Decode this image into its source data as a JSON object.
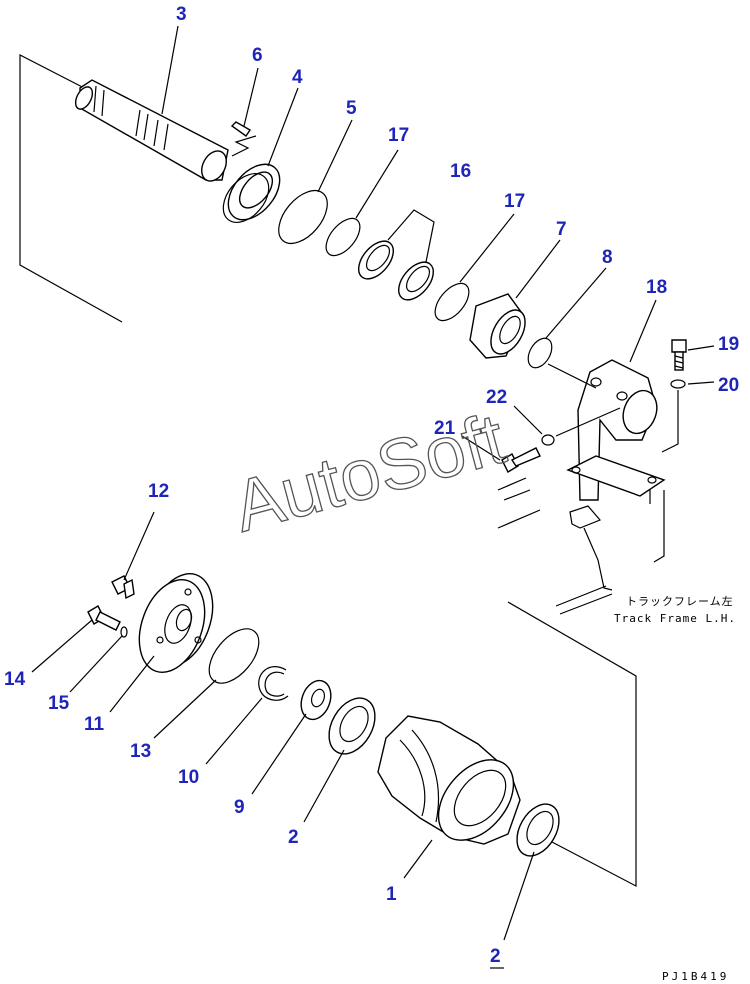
{
  "diagram": {
    "callouts": [
      {
        "id": "3",
        "label": "3"
      },
      {
        "id": "6",
        "label": "6"
      },
      {
        "id": "4",
        "label": "4"
      },
      {
        "id": "5",
        "label": "5"
      },
      {
        "id": "17a",
        "label": "17"
      },
      {
        "id": "16",
        "label": "16"
      },
      {
        "id": "17b",
        "label": "17"
      },
      {
        "id": "7",
        "label": "7"
      },
      {
        "id": "8",
        "label": "8"
      },
      {
        "id": "18",
        "label": "18"
      },
      {
        "id": "19",
        "label": "19"
      },
      {
        "id": "20",
        "label": "20"
      },
      {
        "id": "22",
        "label": "22"
      },
      {
        "id": "21",
        "label": "21"
      },
      {
        "id": "12",
        "label": "12"
      },
      {
        "id": "14",
        "label": "14"
      },
      {
        "id": "15",
        "label": "15"
      },
      {
        "id": "11",
        "label": "11"
      },
      {
        "id": "13",
        "label": "13"
      },
      {
        "id": "10",
        "label": "10"
      },
      {
        "id": "9",
        "label": "9"
      },
      {
        "id": "2a",
        "label": "2"
      },
      {
        "id": "1",
        "label": "1"
      },
      {
        "id": "2b",
        "label": "2"
      }
    ],
    "frame_label_jp": "トラックフレーム左",
    "frame_label_en": "Track Frame L.H.",
    "watermark": "AutoSoft",
    "drawing_code": "PJ1B419",
    "callout_color": "#1f25b8"
  }
}
